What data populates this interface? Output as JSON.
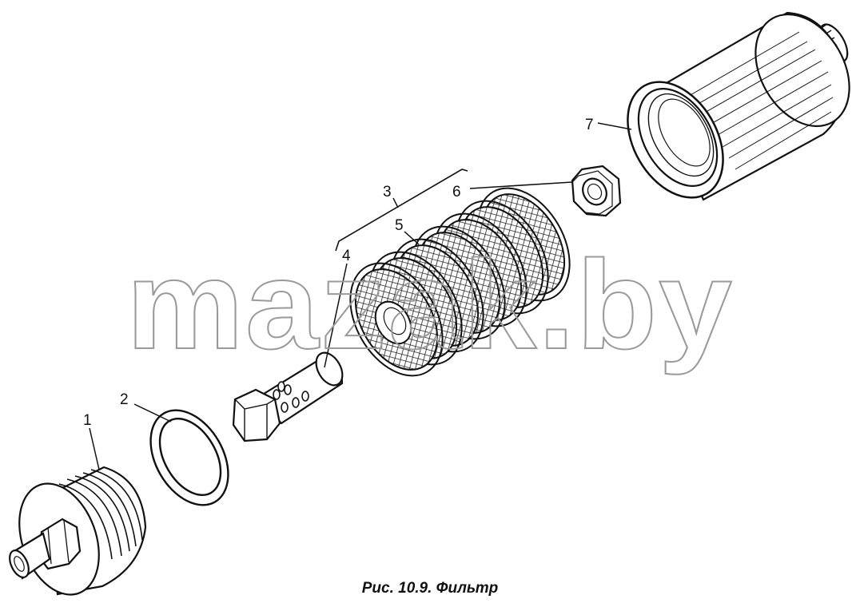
{
  "watermark": "mazak.by",
  "caption": "Рис. 10.9. Фильтр",
  "callouts": {
    "c1": "1",
    "c2": "2",
    "c3": "3",
    "c4": "4",
    "c5": "5",
    "c6": "6",
    "c7": "7"
  },
  "parts": [
    {
      "id": 1,
      "name": "housing-cover-icon"
    },
    {
      "id": 2,
      "name": "sealing-ring-icon"
    },
    {
      "id": 3,
      "name": "filter-element-bracket"
    },
    {
      "id": 4,
      "name": "hollow-bolt-icon"
    },
    {
      "id": 5,
      "name": "mesh-filter-discs-icon"
    },
    {
      "id": 6,
      "name": "nut-icon"
    },
    {
      "id": 7,
      "name": "filter-cup-icon"
    }
  ]
}
